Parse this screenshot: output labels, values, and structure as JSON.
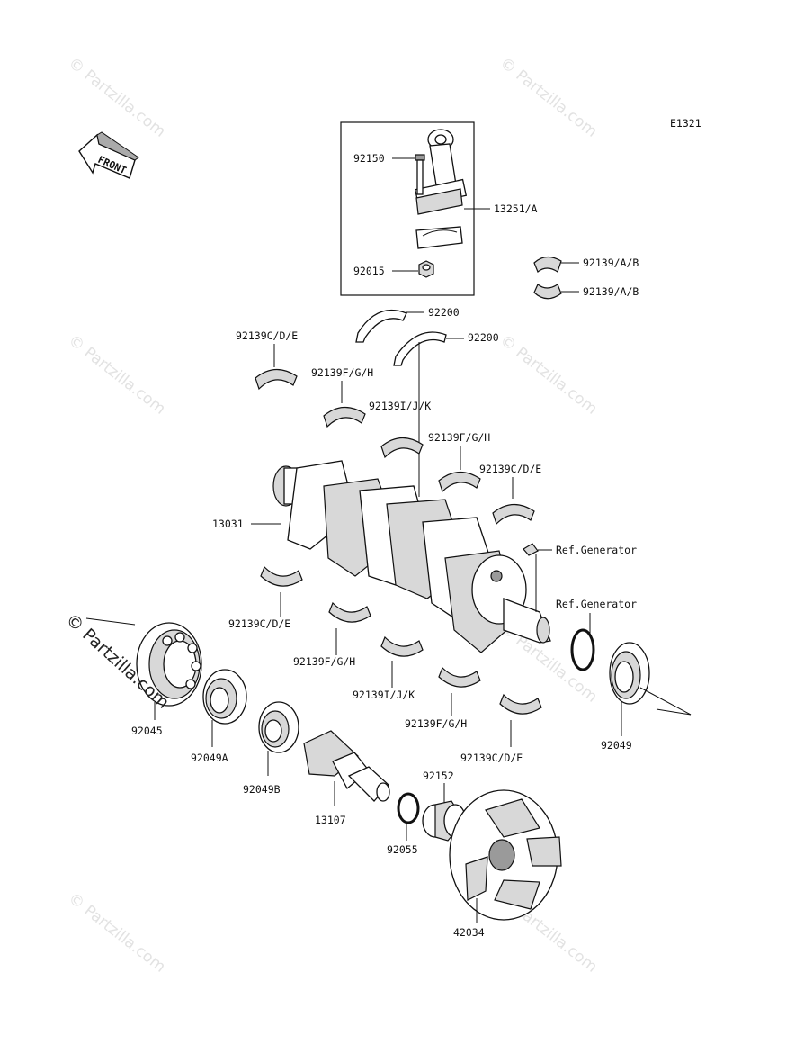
{
  "diagram_code": "E1321",
  "front_arrow_label": "FRONT",
  "watermark_text": "© Partzilla.com",
  "parts": {
    "p92150": "92150",
    "p13251": "13251/A",
    "p92015": "92015",
    "p92139ab_1": "92139/A/B",
    "p92139ab_2": "92139/A/B",
    "p92200_1": "92200",
    "p92200_2": "92200",
    "p92139cde_1": "92139C/D/E",
    "p92139fgh_1": "92139F/G/H",
    "p92139ijk_1": "92139I/J/K",
    "p92139fgh_2": "92139F/G/H",
    "p92139cde_2": "92139C/D/E",
    "p13031": "13031",
    "ref_gen_1": "Ref.Generator",
    "ref_gen_2": "Ref.Generator",
    "p92139cde_3": "92139C/D/E",
    "p92139fgh_3": "92139F/G/H",
    "p92139ijk_2": "92139I/J/K",
    "p92139fgh_4": "92139F/G/H",
    "p92139cde_4": "92139C/D/E",
    "p92045": "92045",
    "p92049a": "92049A",
    "p92049b": "92049B",
    "p13107": "13107",
    "p92152": "92152",
    "p92055": "92055",
    "p42034": "42034",
    "p92049": "92049"
  }
}
